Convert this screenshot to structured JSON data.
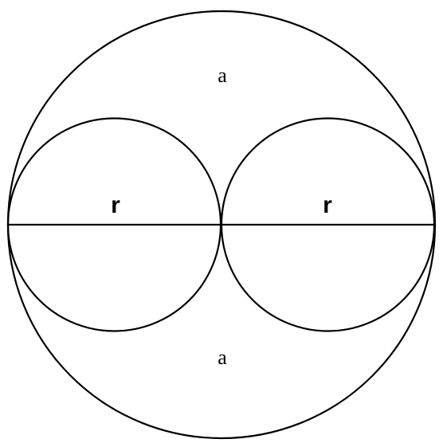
{
  "labels": {
    "top_region": "a",
    "bottom_region": "a",
    "left_radius": "r",
    "right_radius": "r"
  },
  "colors": {
    "stroke": "#000000",
    "background": "#ffffff"
  }
}
